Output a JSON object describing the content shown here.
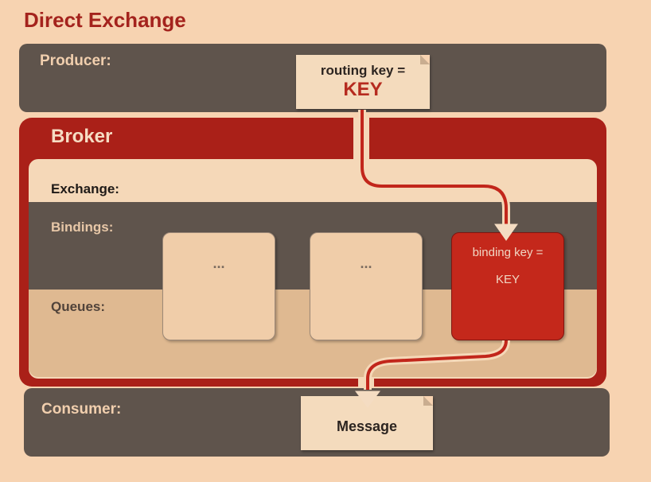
{
  "title": "Direct Exchange",
  "producer": {
    "label": "Producer:",
    "note_line1": "routing key =",
    "note_key": "KEY"
  },
  "broker": {
    "label": "Broker",
    "exchange_label": "Exchange:",
    "bindings_label": "Bindings:",
    "queues_label": "Queues:",
    "queues": [
      {
        "text": "..."
      },
      {
        "text": "..."
      },
      {
        "line1": "binding key =",
        "line2": "KEY"
      }
    ]
  },
  "consumer": {
    "label": "Consumer:",
    "message": "Message"
  },
  "colors": {
    "background": "#f7d3b1",
    "band": "#5f544c",
    "broker": "#aa2018",
    "accent": "#a4231d"
  }
}
